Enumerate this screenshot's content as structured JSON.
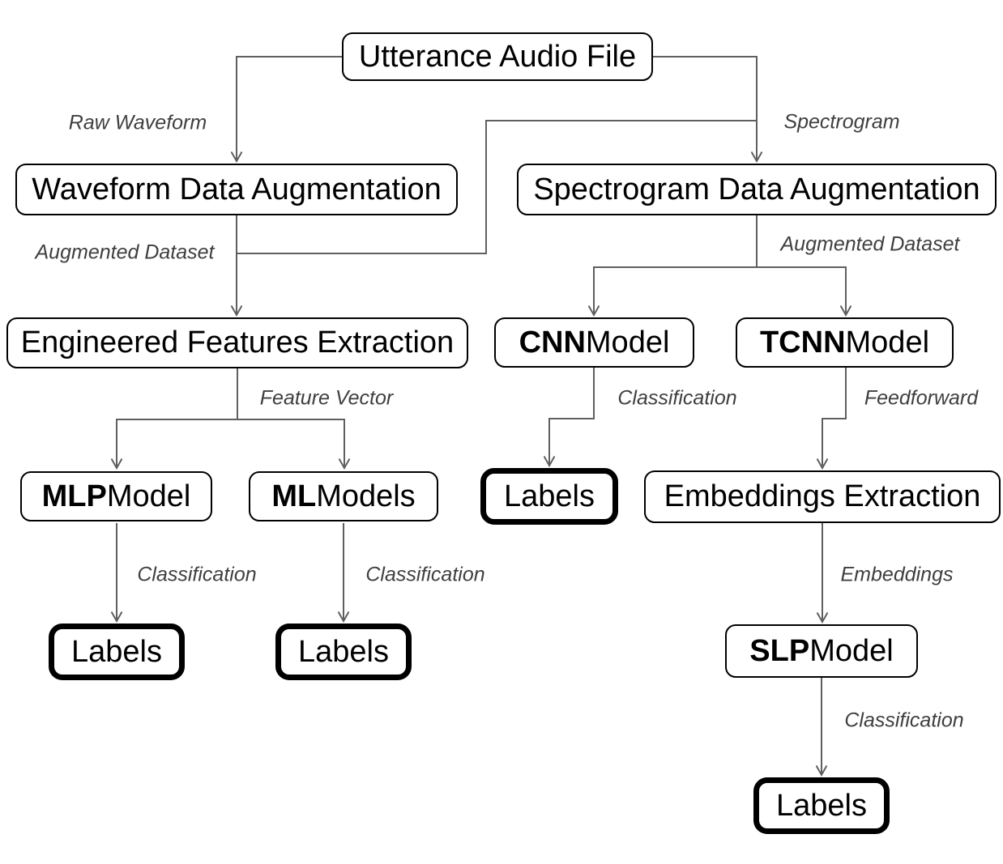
{
  "diagram": {
    "type": "flowchart",
    "colors": {
      "background": "#ffffff",
      "node_fill": "#ffffff",
      "node_border": "#000000",
      "node_text": "#000000",
      "edge_line": "#5f5f5f",
      "edge_label_text": "#3f3f3f"
    },
    "nodes": {
      "utterance": {
        "b": "",
        "t": "Utterance Audio File"
      },
      "waveform_aug": {
        "b": "",
        "t": "Waveform Data Augmentation"
      },
      "spectrogram_aug": {
        "b": "",
        "t": "Spectrogram Data Augmentation"
      },
      "engineered": {
        "b": "",
        "t": "Engineered Features Extraction"
      },
      "cnn": {
        "b": "CNN",
        "t": " Model"
      },
      "tcnn": {
        "b": "TCNN",
        "t": " Model"
      },
      "mlp": {
        "b": "MLP",
        "t": " Model"
      },
      "ml": {
        "b": "ML",
        "t": " Models"
      },
      "labels_cnn": {
        "b": "",
        "t": "Labels"
      },
      "embeddings_ext": {
        "b": "",
        "t": "Embeddings Extraction"
      },
      "labels_mlp": {
        "b": "",
        "t": "Labels"
      },
      "labels_ml": {
        "b": "",
        "t": "Labels"
      },
      "slp": {
        "b": "SLP",
        "t": " Model"
      },
      "labels_slp": {
        "b": "",
        "t": "Labels"
      }
    },
    "edge_labels": {
      "raw_waveform": "Raw Waveform",
      "spectrogram": "Spectrogram",
      "augmented_left": "Augmented Dataset",
      "augmented_right": "Augmented Dataset",
      "feature_vector": "Feature Vector",
      "classification_cnn": "Classification",
      "feedforward": "Feedforward",
      "classification_mlp": "Classification",
      "classification_ml": "Classification",
      "embeddings": "Embeddings",
      "classification_slp": "Classification"
    }
  }
}
